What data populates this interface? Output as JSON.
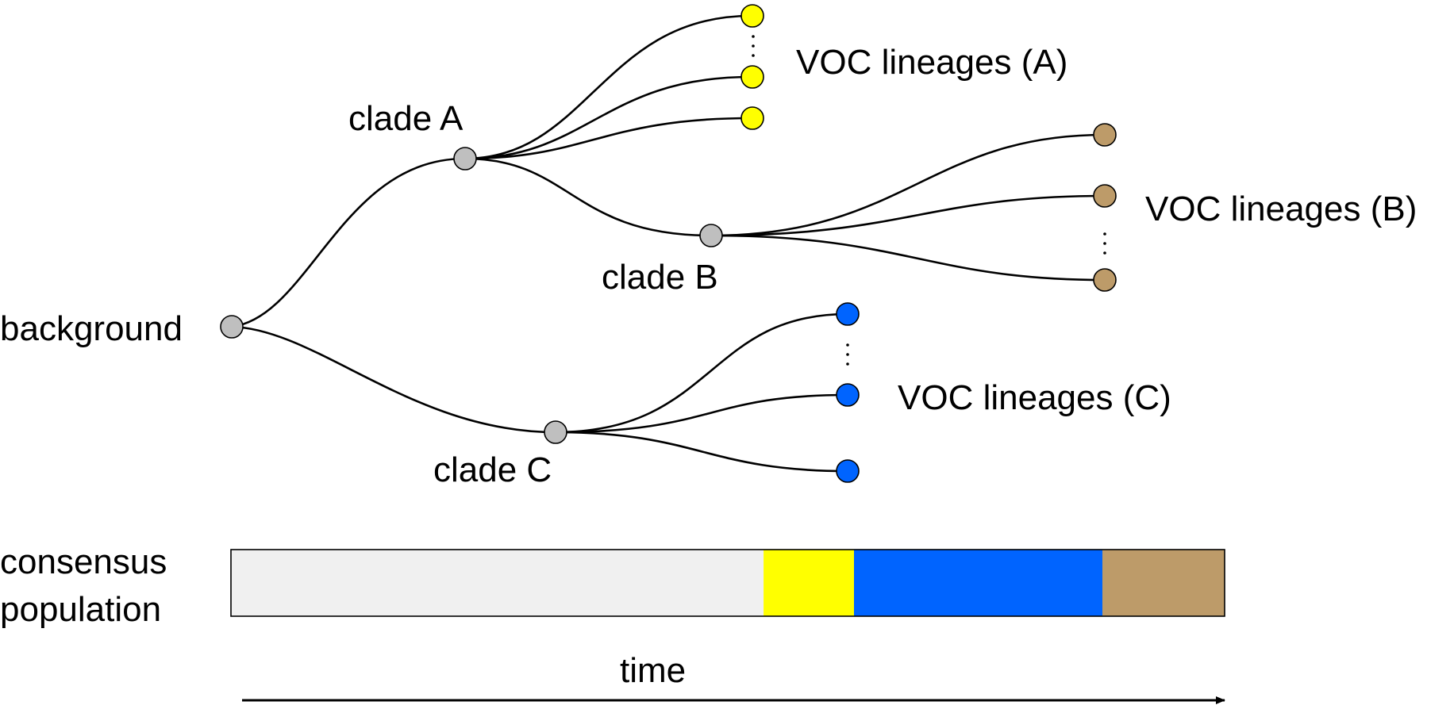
{
  "colors": {
    "background_node": "#bfbfbf",
    "clade_A": "#ffff00",
    "clade_B": "#bd9b69",
    "clade_C": "#0064ff",
    "consensus_background": "#f0f0f0"
  },
  "tree": {
    "root_label": "background",
    "clades": [
      {
        "id": "A",
        "label": "clade A",
        "lineages_label": "VOC lineages (A)"
      },
      {
        "id": "B",
        "label": "clade B",
        "lineages_label": "VOC lineages (B)"
      },
      {
        "id": "C",
        "label": "clade C",
        "lineages_label": "VOC lineages (C)"
      }
    ]
  },
  "consensus": {
    "label_line1": "consensus",
    "label_line2": "population",
    "segments": [
      {
        "name": "background",
        "color": "#f0f0f0",
        "share": 0.536
      },
      {
        "name": "A",
        "color": "#ffff00",
        "share": 0.091
      },
      {
        "name": "C",
        "color": "#0064ff",
        "share": 0.25
      },
      {
        "name": "B",
        "color": "#bd9b69",
        "share": 0.123
      }
    ]
  },
  "axis": {
    "label": "time"
  }
}
